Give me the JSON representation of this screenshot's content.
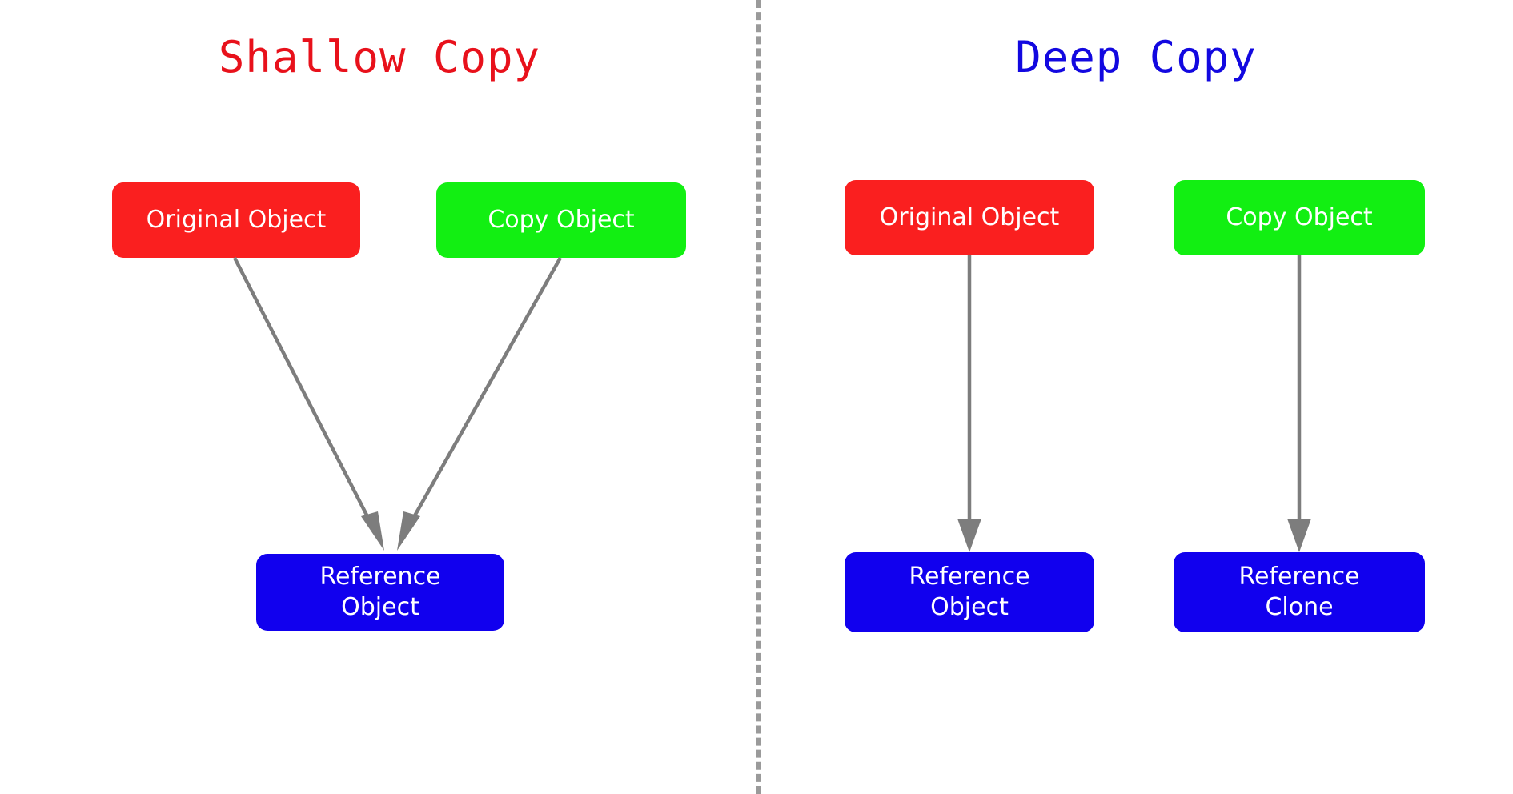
{
  "diagram": {
    "title_left": "Shallow Copy",
    "title_right": "Deep Copy",
    "colors": {
      "title_left": "#e8111b",
      "title_right": "#1208e0",
      "original_box": "#fa1f1f",
      "copy_box": "#12ef12",
      "reference_box": "#1100ee",
      "arrow": "#7d7d7d",
      "divider": "#9a9a9a",
      "background": "#ffffff",
      "box_text": "#ffffff"
    }
  },
  "shallow": {
    "title": "Shallow Copy",
    "nodes": {
      "original": "Original Object",
      "copy": "Copy Object",
      "reference_line1": "Reference",
      "reference_line2": "Object"
    },
    "arrows": [
      {
        "from": "Original Object",
        "to": "Reference Object"
      },
      {
        "from": "Copy Object",
        "to": "Reference Object"
      }
    ]
  },
  "deep": {
    "title": "Deep Copy",
    "nodes": {
      "original": "Original Object",
      "copy": "Copy Object",
      "reference_line1": "Reference",
      "reference_line2": "Object",
      "clone_line1": "Reference",
      "clone_line2": "Clone"
    },
    "arrows": [
      {
        "from": "Original Object",
        "to": "Reference Object"
      },
      {
        "from": "Copy Object",
        "to": "Reference Clone"
      }
    ]
  }
}
